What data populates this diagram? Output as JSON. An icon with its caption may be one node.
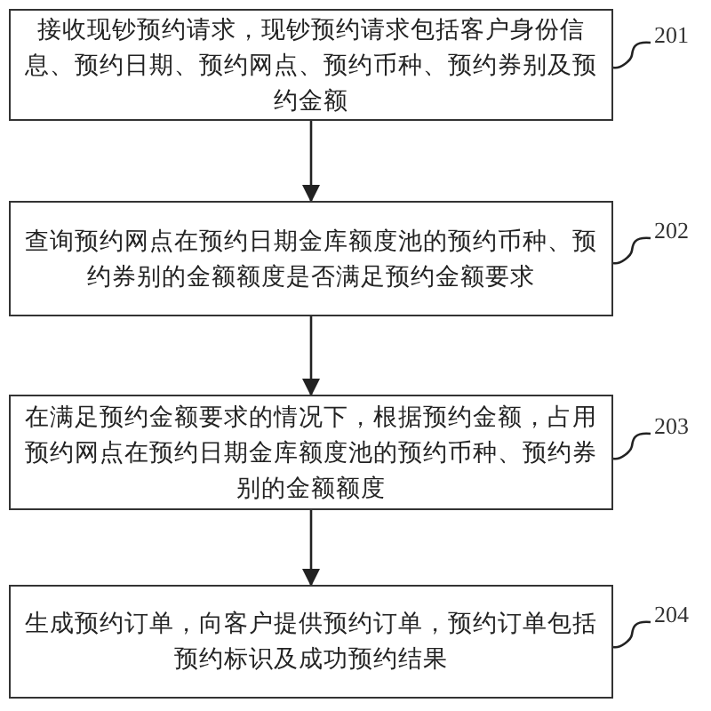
{
  "diagram": {
    "nodes": [
      {
        "text": [
          "接收现钞预约请求，现钞预约请求包括客户身份信息、预约日期、预约网点、预约币种、预约券别及预约金额"
        ]
      },
      {
        "text": [
          "查询预约网点在预约日期金库额度池的预约币种、预约券别的金额额度是否满足预约金额要求"
        ]
      },
      {
        "text": [
          "在满足预约金额要求的情况下，根据预约金额，占用预约网点在预约日期金库额度池的预约币种、预约券别的金额额度"
        ]
      },
      {
        "text": [
          "生成预约订单，向客户提供预约订单，预约订单包括预约标识及成功预约结果"
        ]
      },
      {
        "text": [
          "201"
        ]
      },
      {
        "text": [
          "202"
        ]
      },
      {
        "text": [
          "203"
        ]
      },
      {
        "text": [
          "204"
        ]
      }
    ],
    "edges": [
      {
        "from": 0,
        "to": 1,
        "arrow": "to"
      },
      {
        "from": 1,
        "to": 2,
        "arrow": "to"
      },
      {
        "from": 2,
        "to": 3,
        "arrow": "to"
      },
      {
        "from": 4,
        "to": 0,
        "arrow": "none"
      },
      {
        "from": 5,
        "to": 1,
        "arrow": "none"
      },
      {
        "from": 6,
        "to": 2,
        "arrow": "none"
      },
      {
        "from": 7,
        "to": 3,
        "arrow": "none"
      }
    ]
  }
}
